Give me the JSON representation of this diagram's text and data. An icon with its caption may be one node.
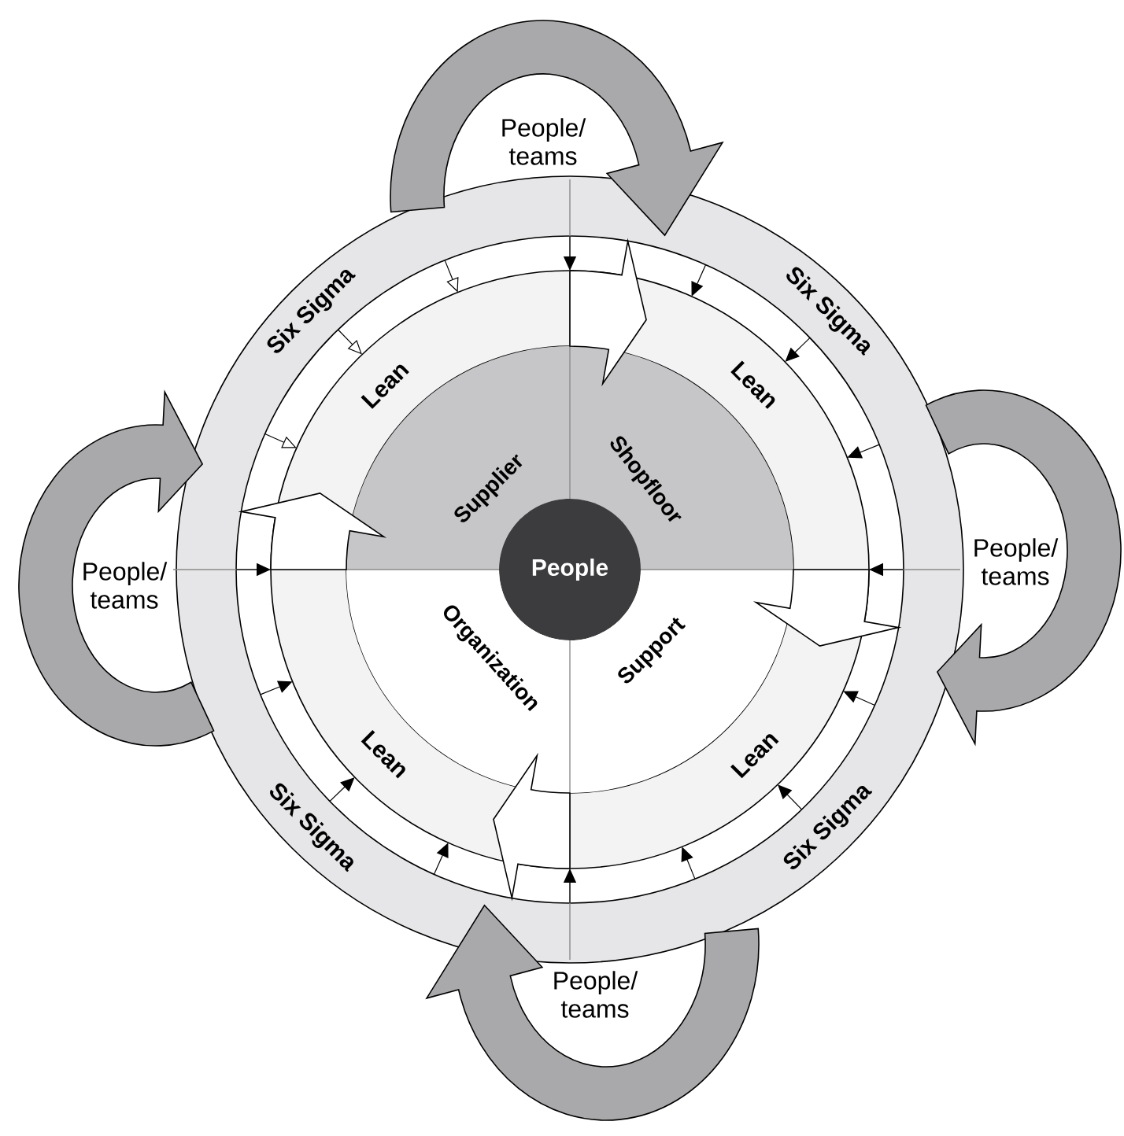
{
  "diagram": {
    "nodes": [
      {
        "text": [
          "Six Sigma",
          "Six Sigma",
          "Six Sigma",
          "Six Sigma"
        ]
      },
      {
        "text": [
          "Lean",
          "Lean",
          "Lean",
          "Lean"
        ],
        "in": 0
      },
      {
        "text": [
          "Supplier"
        ],
        "in": 1
      },
      {
        "text": [
          "Shopfloor"
        ],
        "in": 1
      },
      {
        "text": [
          "People"
        ],
        "in": 1
      },
      {
        "text": [
          "Organization"
        ],
        "in": 1
      },
      {
        "text": [
          "Support"
        ],
        "in": 1
      }
    ],
    "labels": [
      "People/ teams",
      "People/ teams",
      "People/ teams",
      "People/ teams"
    ]
  }
}
